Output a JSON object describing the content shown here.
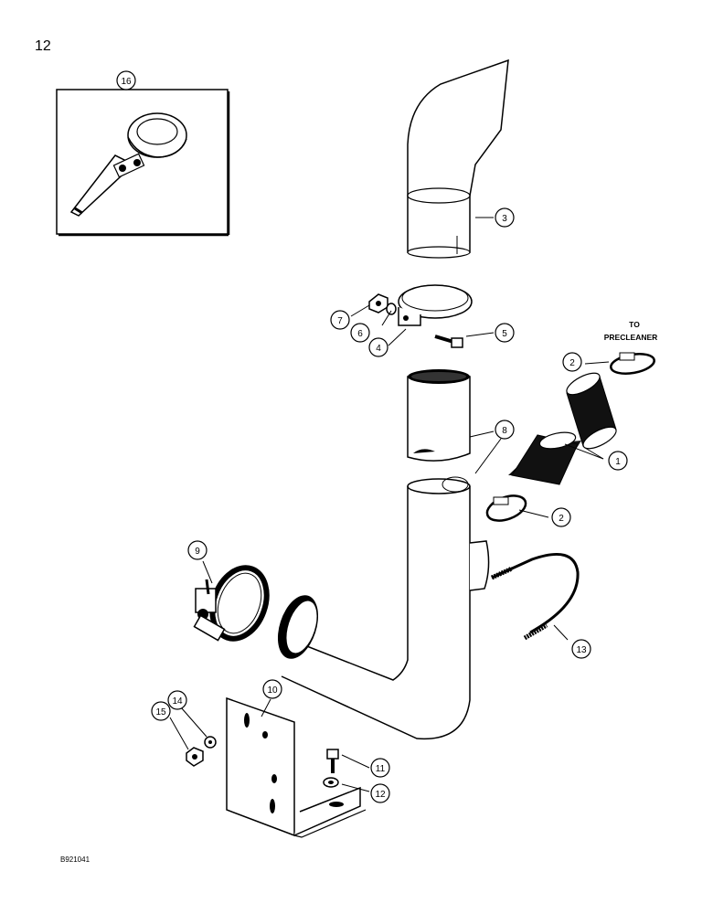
{
  "page": {
    "number": "12",
    "figure_code": "B921041"
  },
  "note": {
    "line1": "TO",
    "line2": "PRECLEANER"
  },
  "callouts": [
    {
      "id": "callout-1",
      "label": "1"
    },
    {
      "id": "callout-2a",
      "label": "2"
    },
    {
      "id": "callout-2b",
      "label": "2"
    },
    {
      "id": "callout-3",
      "label": "3"
    },
    {
      "id": "callout-4",
      "label": "4"
    },
    {
      "id": "callout-5",
      "label": "5"
    },
    {
      "id": "callout-6",
      "label": "6"
    },
    {
      "id": "callout-7",
      "label": "7"
    },
    {
      "id": "callout-8",
      "label": "8"
    },
    {
      "id": "callout-9",
      "label": "9"
    },
    {
      "id": "callout-10",
      "label": "10"
    },
    {
      "id": "callout-11",
      "label": "11"
    },
    {
      "id": "callout-12",
      "label": "12"
    },
    {
      "id": "callout-13",
      "label": "13"
    },
    {
      "id": "callout-14",
      "label": "14"
    },
    {
      "id": "callout-15",
      "label": "15"
    },
    {
      "id": "callout-16",
      "label": "16"
    }
  ]
}
